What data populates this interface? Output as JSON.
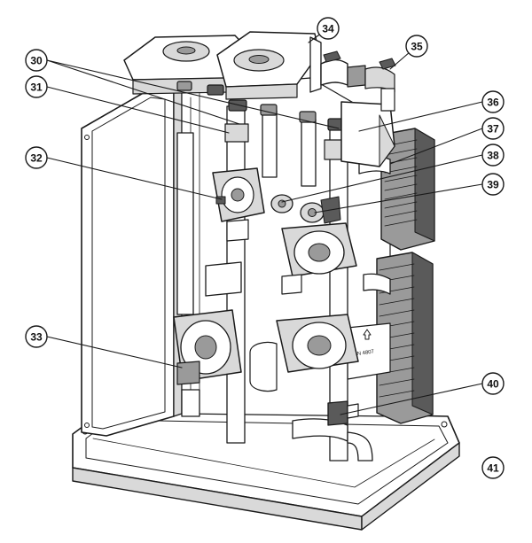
{
  "diagram": {
    "callouts": [
      {
        "id": "c30",
        "label": "30"
      },
      {
        "id": "c31",
        "label": "31"
      },
      {
        "id": "c32",
        "label": "32"
      },
      {
        "id": "c33",
        "label": "33"
      },
      {
        "id": "c34",
        "label": "34"
      },
      {
        "id": "c35",
        "label": "35"
      },
      {
        "id": "c36",
        "label": "36"
      },
      {
        "id": "c37",
        "label": "37"
      },
      {
        "id": "c38",
        "label": "38"
      },
      {
        "id": "c39",
        "label": "39"
      },
      {
        "id": "c40",
        "label": "40"
      },
      {
        "id": "c41",
        "label": "41"
      }
    ],
    "plate_text": "DIN 4807"
  }
}
